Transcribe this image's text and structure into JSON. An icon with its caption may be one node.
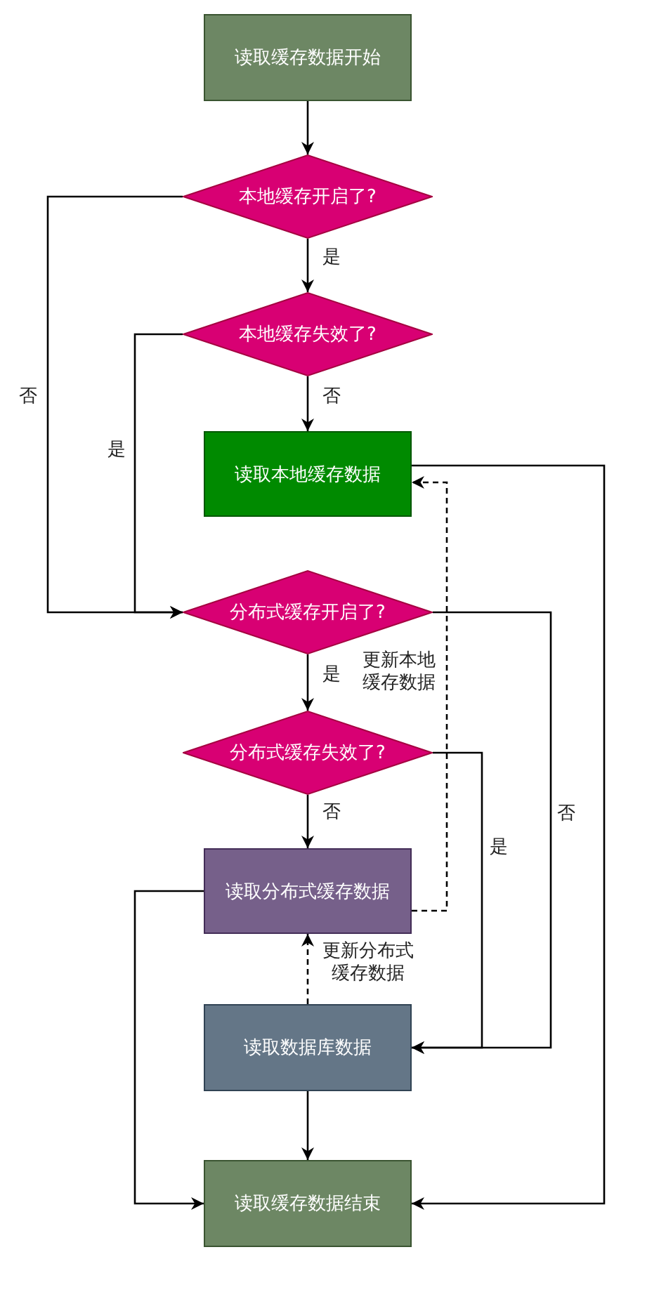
{
  "diagram": {
    "nodes": [
      {
        "text": [
          "读取缓存数据开始"
        ]
      },
      {
        "text": [
          "本地缓存开启了?"
        ]
      },
      {
        "text": [
          "本地缓存失效了?"
        ]
      },
      {
        "text": [
          "读取本地缓存数据"
        ]
      },
      {
        "text": [
          "分布式缓存开启了?"
        ]
      },
      {
        "text": [
          "分布式缓存失效了?"
        ]
      },
      {
        "text": [
          "读取分布式缓存数据"
        ]
      },
      {
        "text": [
          "读取数据库数据"
        ]
      },
      {
        "text": [
          "读取缓存数据结束"
        ]
      }
    ],
    "edges": [
      {
        "from": 0,
        "to": 1,
        "arrow": "to"
      },
      {
        "from": 1,
        "to": 2,
        "arrow": "to",
        "label": "是"
      },
      {
        "from": 2,
        "to": 3,
        "arrow": "to",
        "label": "否"
      },
      {
        "from": 1,
        "to": 4,
        "arrow": "to",
        "label": "否"
      },
      {
        "from": 2,
        "to": 4,
        "arrow": "to",
        "label": "是"
      },
      {
        "from": 4,
        "to": 5,
        "arrow": "to",
        "label": "是"
      },
      {
        "from": 5,
        "to": 6,
        "arrow": "to",
        "label": "否"
      },
      {
        "from": 3,
        "to": 8,
        "arrow": "to"
      },
      {
        "from": 6,
        "to": 3,
        "arrow": "to",
        "style": "dashed",
        "label": "更新本地缓存数据"
      },
      {
        "from": 4,
        "to": 7,
        "arrow": "to",
        "label": "否"
      },
      {
        "from": 5,
        "to": 7,
        "arrow": "to",
        "label": "是"
      },
      {
        "from": 7,
        "to": 6,
        "arrow": "to",
        "style": "dashed",
        "label": "更新分布式缓存数据"
      },
      {
        "from": 7,
        "to": 8,
        "arrow": "to"
      },
      {
        "from": 6,
        "to": 8,
        "arrow": "to"
      }
    ]
  }
}
